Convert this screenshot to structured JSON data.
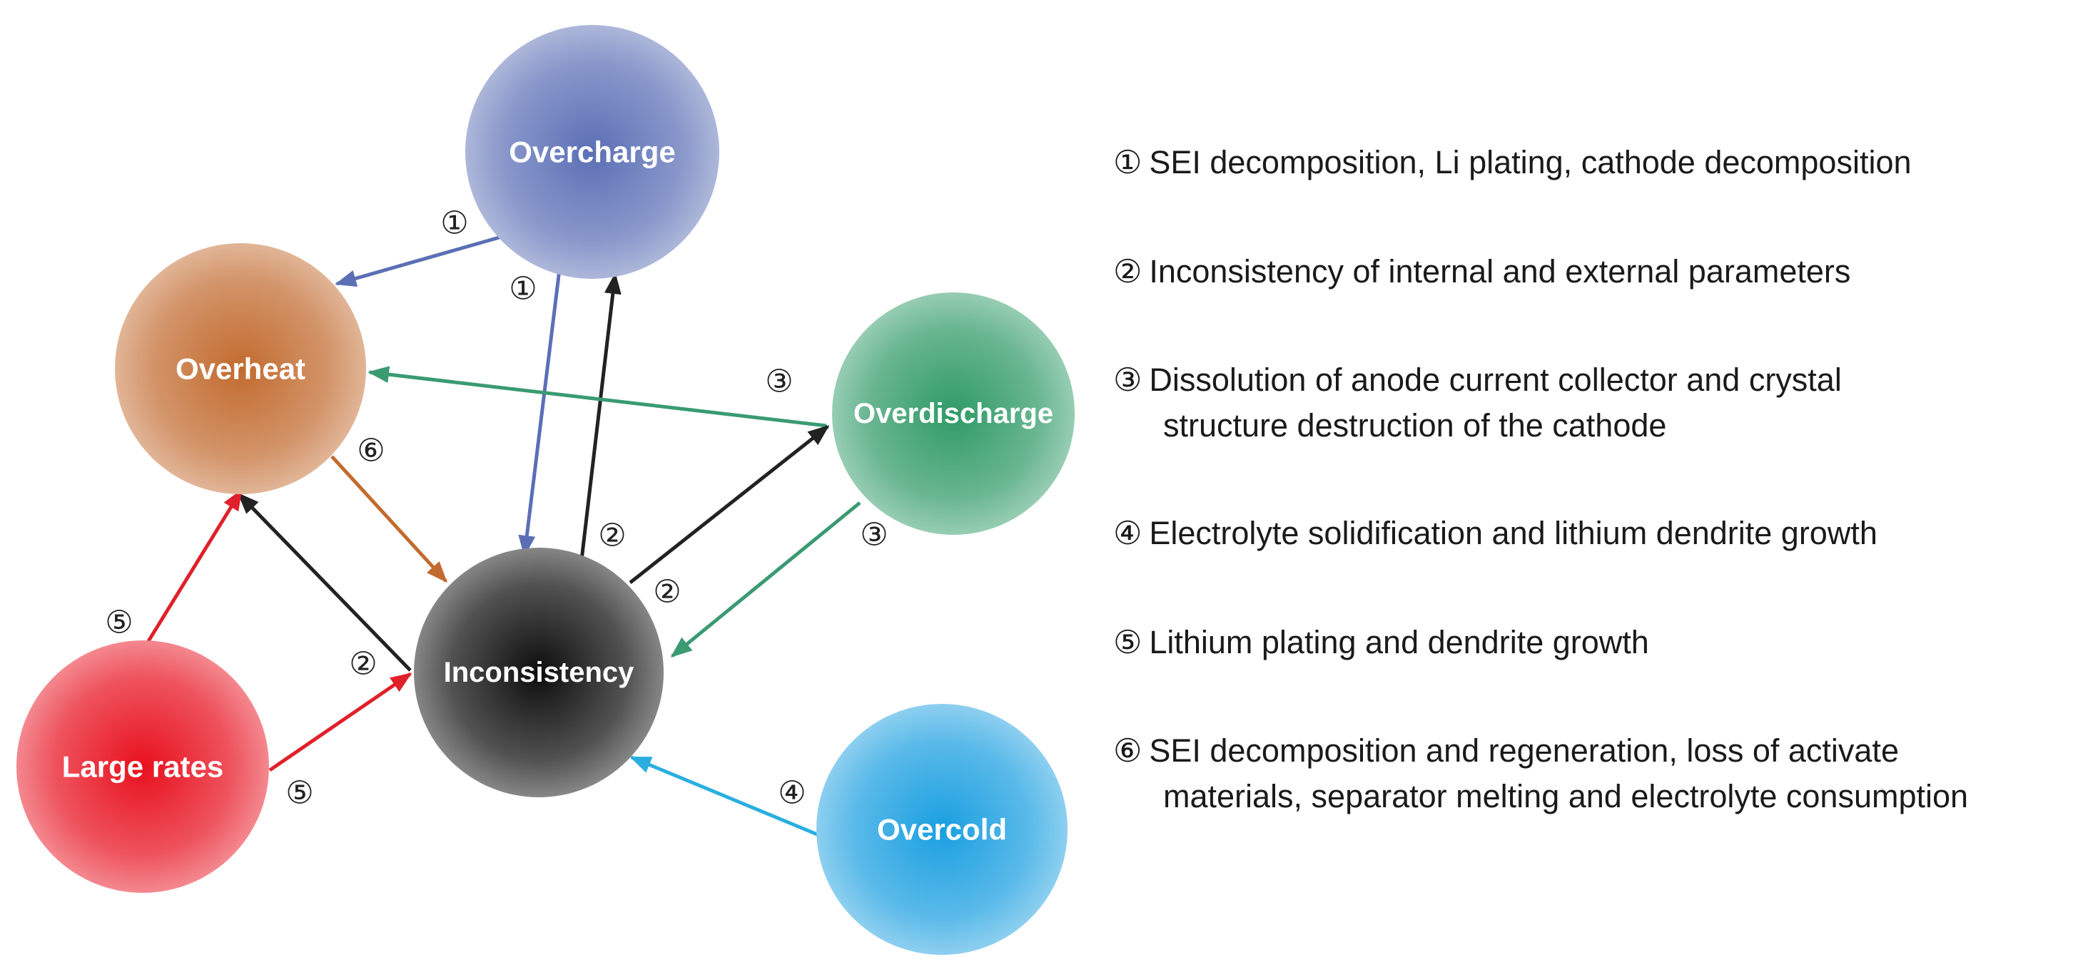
{
  "nodes": [
    {
      "id": "overcharge",
      "label": "Overcharge",
      "color": "#5b6fb5"
    },
    {
      "id": "overheat",
      "label": "Overheat",
      "color": "#c26b2e"
    },
    {
      "id": "overdischarge",
      "label": "Overdischarge",
      "color": "#2f9a66"
    },
    {
      "id": "inconsistency",
      "label": "Inconsistency",
      "color": "#0d0d0d"
    },
    {
      "id": "large_rates",
      "label": "Large rates",
      "color": "#e8101e"
    },
    {
      "id": "overcold",
      "label": "Overcold",
      "color": "#1a9fe0"
    }
  ],
  "edges": [
    {
      "from": "overcharge",
      "to": "overheat",
      "label": "①",
      "color": "#5b6fb5"
    },
    {
      "from": "overcharge",
      "to": "inconsistency",
      "label": "①",
      "color": "#5b6fb5"
    },
    {
      "from": "inconsistency",
      "to": "overcharge",
      "label": "②",
      "color": "#222222"
    },
    {
      "from": "overdischarge",
      "to": "overheat",
      "label": "③",
      "color": "#3a9a72"
    },
    {
      "from": "overdischarge",
      "to": "inconsistency",
      "label": "③",
      "color": "#3a9a72"
    },
    {
      "from": "inconsistency",
      "to": "overdischarge",
      "label": "②",
      "color": "#222222"
    },
    {
      "from": "overheat",
      "to": "inconsistency",
      "label": "⑥",
      "color": "#c26b2e"
    },
    {
      "from": "inconsistency",
      "to": "overheat",
      "label": "②",
      "color": "#222222"
    },
    {
      "from": "large_rates",
      "to": "overheat",
      "label": "⑤",
      "color": "#e0202a"
    },
    {
      "from": "large_rates",
      "to": "inconsistency",
      "label": "⑤",
      "color": "#e0202a"
    },
    {
      "from": "overcold",
      "to": "inconsistency",
      "label": "④",
      "color": "#2aaee0"
    }
  ],
  "legend": [
    {
      "marker": "①",
      "lines": [
        "SEI decomposition, Li plating, cathode decomposition"
      ]
    },
    {
      "marker": "②",
      "lines": [
        "Inconsistency of internal and external parameters"
      ]
    },
    {
      "marker": "③",
      "lines": [
        "Dissolution of anode current collector and crystal",
        "structure destruction of the cathode"
      ]
    },
    {
      "marker": "④",
      "lines": [
        "Electrolyte solidification and lithium dendrite growth"
      ]
    },
    {
      "marker": "⑤",
      "lines": [
        "Lithium plating and dendrite growth"
      ]
    },
    {
      "marker": "⑥",
      "lines": [
        "SEI decomposition and regeneration, loss of activate",
        "materials, separator melting and electrolyte consumption"
      ]
    }
  ]
}
